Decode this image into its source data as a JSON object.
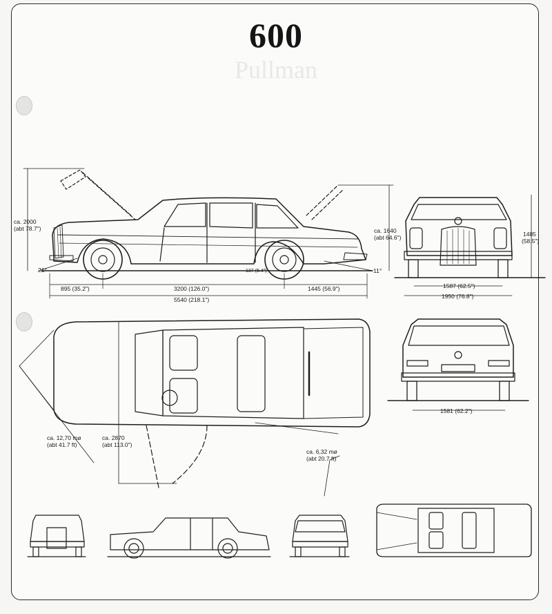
{
  "sheet": {
    "title": "600",
    "ghost_title": "Pullman"
  },
  "dimensions": {
    "height_open": "ca. 2000",
    "height_open_in": "(abt 78.7\")",
    "roof_height": "ca. 1640",
    "roof_height_in": "(abt 64.6\")",
    "front_height": "1485",
    "front_height_in": "(58.5\")",
    "front_overhang": "895 (35.2\")",
    "wheelbase": "3200 (126.0\")",
    "rear_overhang": "1445 (56.9\")",
    "overall_length": "5540 (218.1\")",
    "front_track": "1587 (62.5\")",
    "overall_width": "1950 (76.8\")",
    "rear_track": "1581 (62.2\")",
    "approach_angle": "21°",
    "departure_angle": "11°",
    "ground_clearance": "137 (5.4\")",
    "turning_circle": "ca. 12,70 mø",
    "turning_circle_ft": "(abt 41.7 ft)",
    "door_clearance": "ca. 2870",
    "door_clearance_in": "(abt 113.0\")",
    "wall_circle": "ca. 6,32 mø",
    "wall_circle_ft": "(abt 20.7 ft)"
  }
}
